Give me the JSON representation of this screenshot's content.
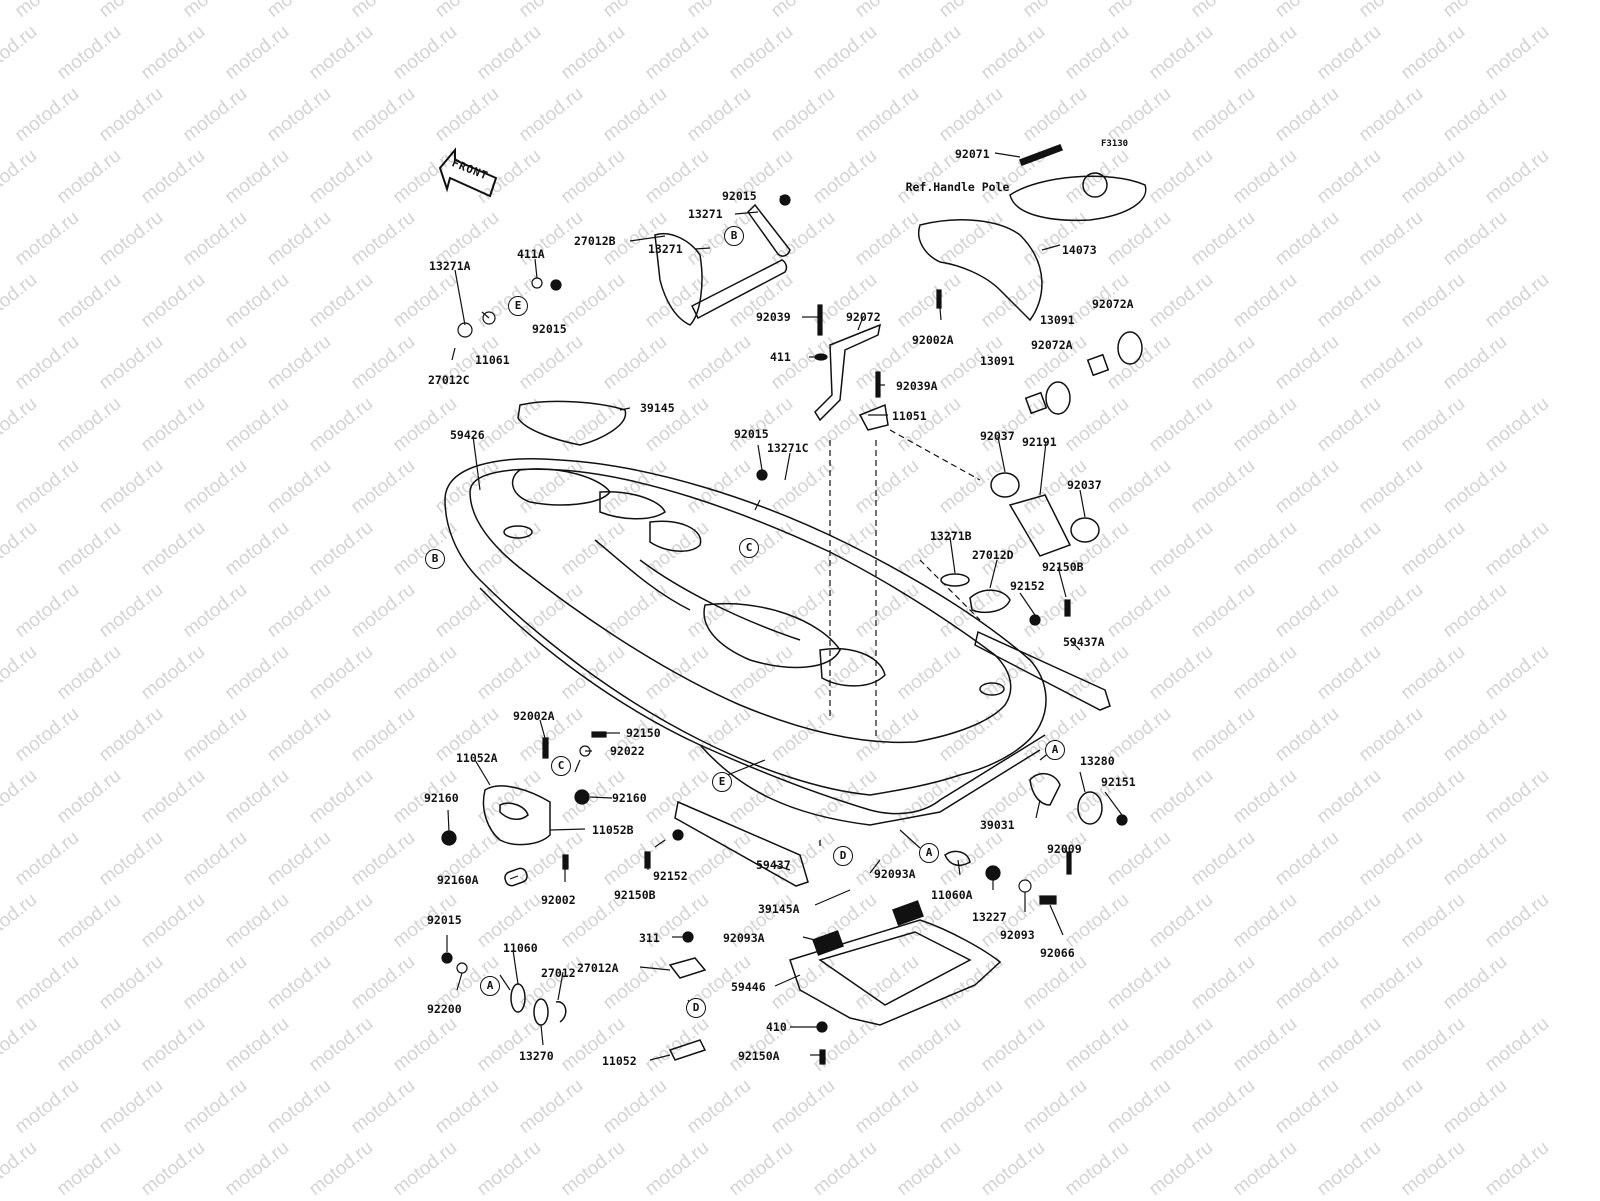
{
  "watermark": "motod.ru",
  "front_label": "FRONT",
  "figure_code": "F3130",
  "ref_note": "Ref.Handle Pole",
  "colors": {
    "ink": "#111111",
    "watermark": "#d4d4d4",
    "background": "#ffffff"
  },
  "part_labels": [
    "92071",
    "92015",
    "13271",
    "13271",
    "27012B",
    "411A",
    "13271A",
    "92015",
    "11061",
    "27012C",
    "14073",
    "92002A",
    "92039",
    "92072",
    "411",
    "92039A",
    "92072A",
    "13091",
    "92072A",
    "13091",
    "39145",
    "59426",
    "11051",
    "92015",
    "13271C",
    "92037",
    "92191",
    "92037",
    "13271B",
    "27012D",
    "92150B",
    "92152",
    "59437A",
    "92002A",
    "92150",
    "92022",
    "11052A",
    "92160",
    "92160",
    "11052B",
    "92160A",
    "92002",
    "92152",
    "92150B",
    "59437",
    "92093A",
    "39145A",
    "11060A",
    "13280",
    "92151",
    "39031",
    "92009",
    "13227",
    "92093",
    "92066",
    "311",
    "92093A",
    "27012A",
    "59446",
    "410",
    "92150A",
    "11052",
    "92015",
    "11060",
    "27012",
    "92200",
    "13270"
  ],
  "callouts": [
    "B",
    "E",
    "B",
    "C",
    "E",
    "C",
    "A",
    "D",
    "A",
    "A",
    "D"
  ]
}
